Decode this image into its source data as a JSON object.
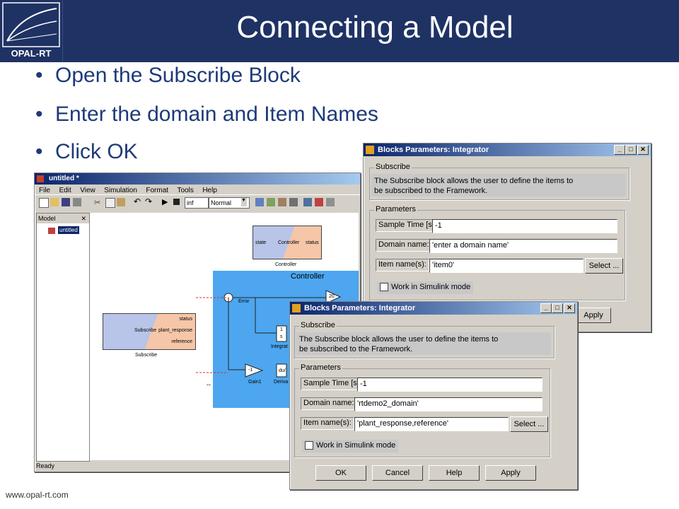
{
  "slide": {
    "title": "Connecting a Model",
    "logo_text": "OPAL-RT",
    "bullets": [
      "Open the Subscribe Block",
      "Enter the domain and Item Names",
      "Click OK"
    ],
    "bullet_glyph": "•",
    "footer_url": "www.opal-rt.com"
  },
  "simulink": {
    "title": "untitled *",
    "menu": [
      "File",
      "Edit",
      "View",
      "Simulation",
      "Format",
      "Tools",
      "Help"
    ],
    "stop_time": "inf",
    "mode": "Normal",
    "browser_title": "Model",
    "tree_item": "untitled",
    "status": "Ready",
    "controller_block": {
      "in": "state",
      "name": "Controller",
      "out": "status",
      "caption": "Controller"
    },
    "subscribe_block": {
      "ports": [
        "status",
        "plant_response",
        "reference"
      ],
      "name": "Subscribe",
      "caption": "Subscribe"
    },
    "subsystem_title": "Controller",
    "labels": {
      "error": "Error",
      "gain20": "20",
      "integ_num": "1",
      "integ_den": "s",
      "integ_caption": "Integrat",
      "gain1": "-1",
      "gain1_caption": "Gain1",
      "deriv": "du/",
      "deriv_caption": "Deriva",
      "dash": "--"
    }
  },
  "dialog1": {
    "title": "Blocks Parameters: Integrator",
    "subscribe_label": "Subscribe",
    "desc_line1": "The Subscribe block allows the user to define the items to",
    "desc_line2": "be subscribed to the Framework.",
    "params_label": "Parameters",
    "sample_time_label": "Sample Time [s]:",
    "sample_time_value": "-1",
    "domain_label": "Domain name:",
    "domain_value": "'enter a domain name'",
    "item_label": "Item name(s):",
    "item_value": "'item0'",
    "select_btn": "Select ...",
    "simulink_mode": "Work in Simulink mode",
    "apply_btn": "Apply"
  },
  "dialog2": {
    "title": "Blocks Parameters: Integrator",
    "subscribe_label": "Subscribe",
    "desc_line1": "The Subscribe block allows the user to define the items to",
    "desc_line2": "be subscribed to the Framework.",
    "params_label": "Parameters",
    "sample_time_label": "Sample Time [s]:",
    "sample_time_value": "-1",
    "domain_label": "Domain name:",
    "domain_value": "'rtdemo2_domain'",
    "item_label": "Item name(s):",
    "item_value": "'plant_response,reference'",
    "select_btn": "Select ...",
    "simulink_mode": "Work in Simulink mode",
    "ok_btn": "OK",
    "cancel_btn": "Cancel",
    "help_btn": "Help",
    "apply_btn": "Apply"
  },
  "colors": {
    "header": "#1f3264",
    "bullet": "#1e3a78",
    "subsystem": "#4da6ef",
    "block_blue": "#b8c4e8",
    "block_peach": "#f5c6a8"
  }
}
